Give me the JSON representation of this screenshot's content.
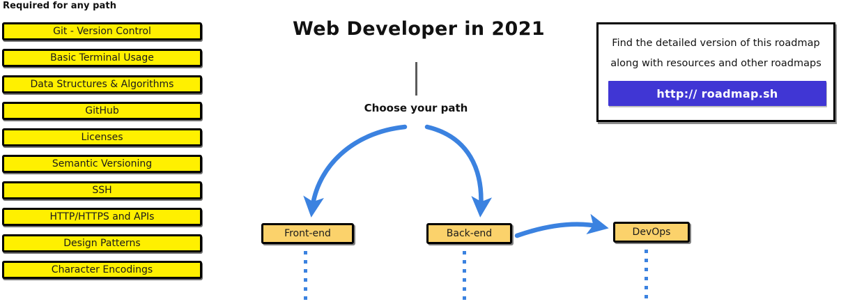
{
  "page": {
    "title": "Web Developer in 2021",
    "choose_label": "Choose your path"
  },
  "required_section": {
    "heading": "Required for any path",
    "items": [
      {
        "label": "Git - Version Control"
      },
      {
        "label": "Basic Terminal Usage"
      },
      {
        "label": "Data Structures & Algorithms"
      },
      {
        "label": "GitHub"
      },
      {
        "label": "Licenses"
      },
      {
        "label": "Semantic Versioning"
      },
      {
        "label": "SSH"
      },
      {
        "label": "HTTP/HTTPS and APIs"
      },
      {
        "label": "Design Patterns"
      },
      {
        "label": "Character Encodings"
      }
    ]
  },
  "paths": [
    {
      "label": "Front-end"
    },
    {
      "label": "Back-end"
    },
    {
      "label": "DevOps"
    }
  ],
  "info_card": {
    "line1": "Find the detailed version of this roadmap",
    "line2": "along with resources and other roadmaps",
    "button_label": "http:// roadmap.sh"
  },
  "colors": {
    "required_box_fill": "#FFF000",
    "path_box_fill": "#FBD26B",
    "arrow_blue": "#3B82E0",
    "button_indigo": "#4036D4",
    "stem_gray": "#5b5b5b",
    "outline_black": "#000000"
  }
}
